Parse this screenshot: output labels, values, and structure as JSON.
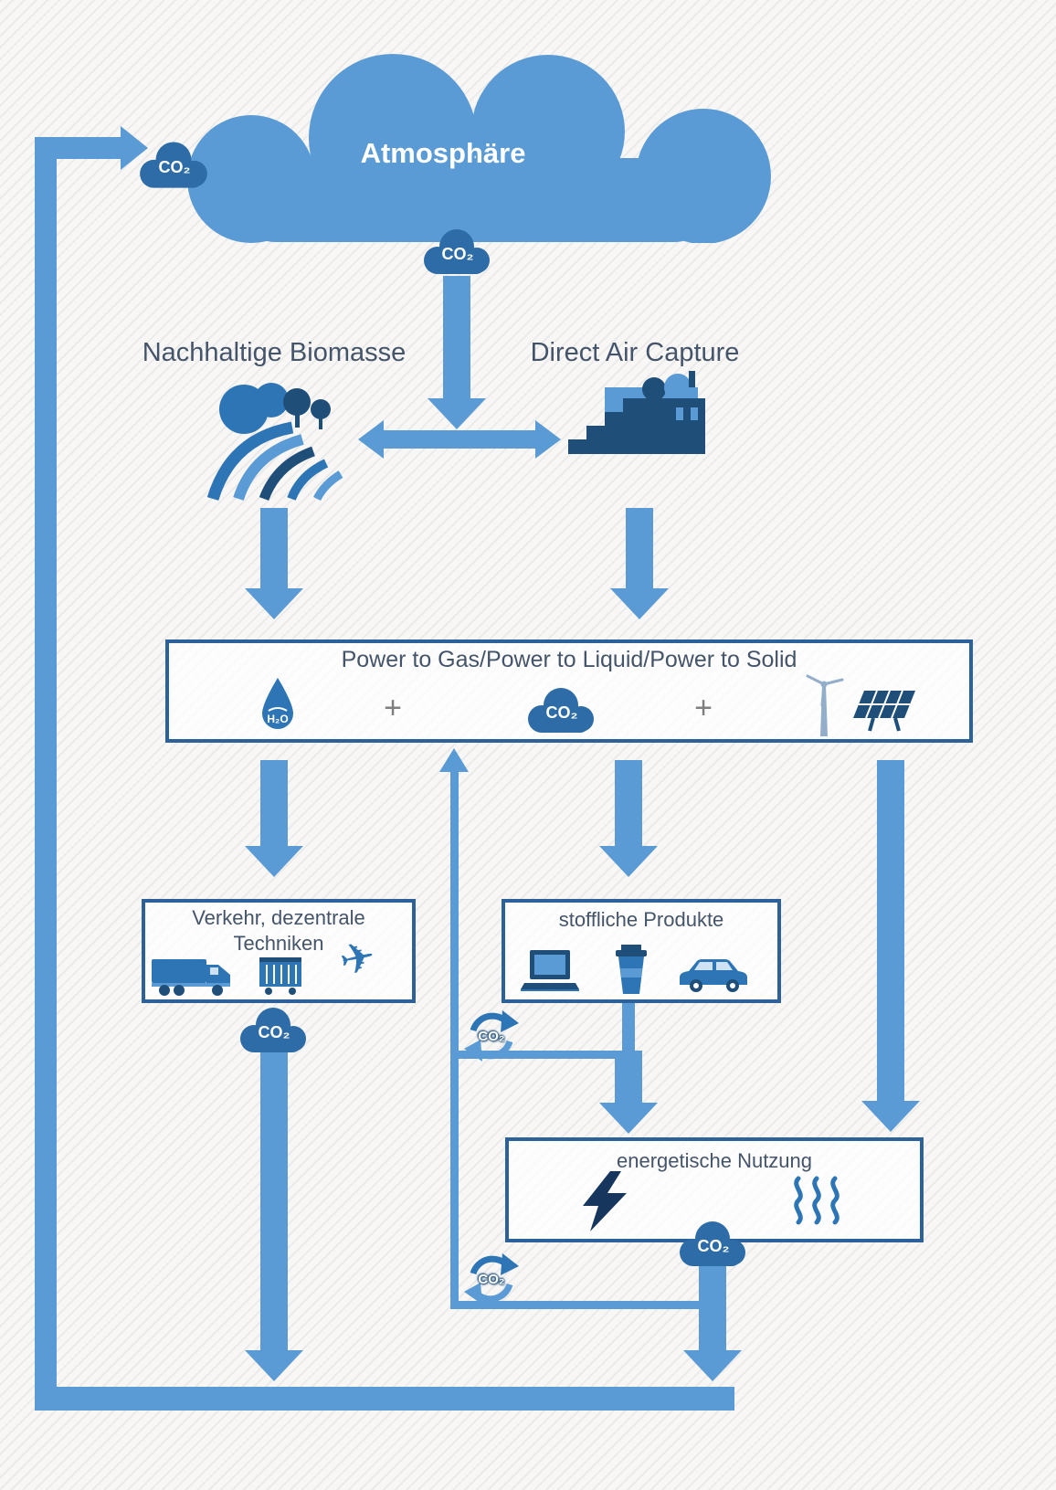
{
  "colors": {
    "arrow_blue": "#5b9bd5",
    "cloud_blue": "#5b9bd5",
    "co2_cloud_blue": "#2d6ca6",
    "icon_medium_blue": "#2e75b6",
    "icon_dark_blue": "#1f4e79",
    "box_border_blue": "#2c6299",
    "heading_text": "#44546a",
    "plus_gray": "#7f7f7f"
  },
  "labels": {
    "co2": "CO₂",
    "h2o": "H₂O",
    "plus": "+",
    "plane_glyph": "✈"
  },
  "atmosphere": {
    "title": "Atmosphäre"
  },
  "sources": {
    "biomass_label": "Nachhaltige Biomasse",
    "dac_label": "Direct Air Capture"
  },
  "ptx": {
    "title": "Power to Gas/Power to Liquid/Power to Solid"
  },
  "verkehr": {
    "title_line1": "Verkehr, dezentrale",
    "title_line2": "Techniken"
  },
  "produkte": {
    "title": "stoffliche Produkte"
  },
  "energie": {
    "title": "energetische Nutzung"
  },
  "icons": {
    "atmosphere": "cloud-icon",
    "co2": "co2-cloud-icon",
    "biomass": "farm-field-icon",
    "dac": "factory-icon",
    "water": "water-drop-icon",
    "wind": "wind-turbine-icon",
    "solar": "solar-panel-icon",
    "truck": "truck-icon",
    "freight": "freight-container-icon",
    "plane": "airplane-icon",
    "laptop": "laptop-icon",
    "cup": "coffee-cup-icon",
    "car": "car-icon",
    "lightning": "lightning-bolt-icon",
    "heat": "heat-waves-icon",
    "recycle": "recycle-co2-icon"
  }
}
